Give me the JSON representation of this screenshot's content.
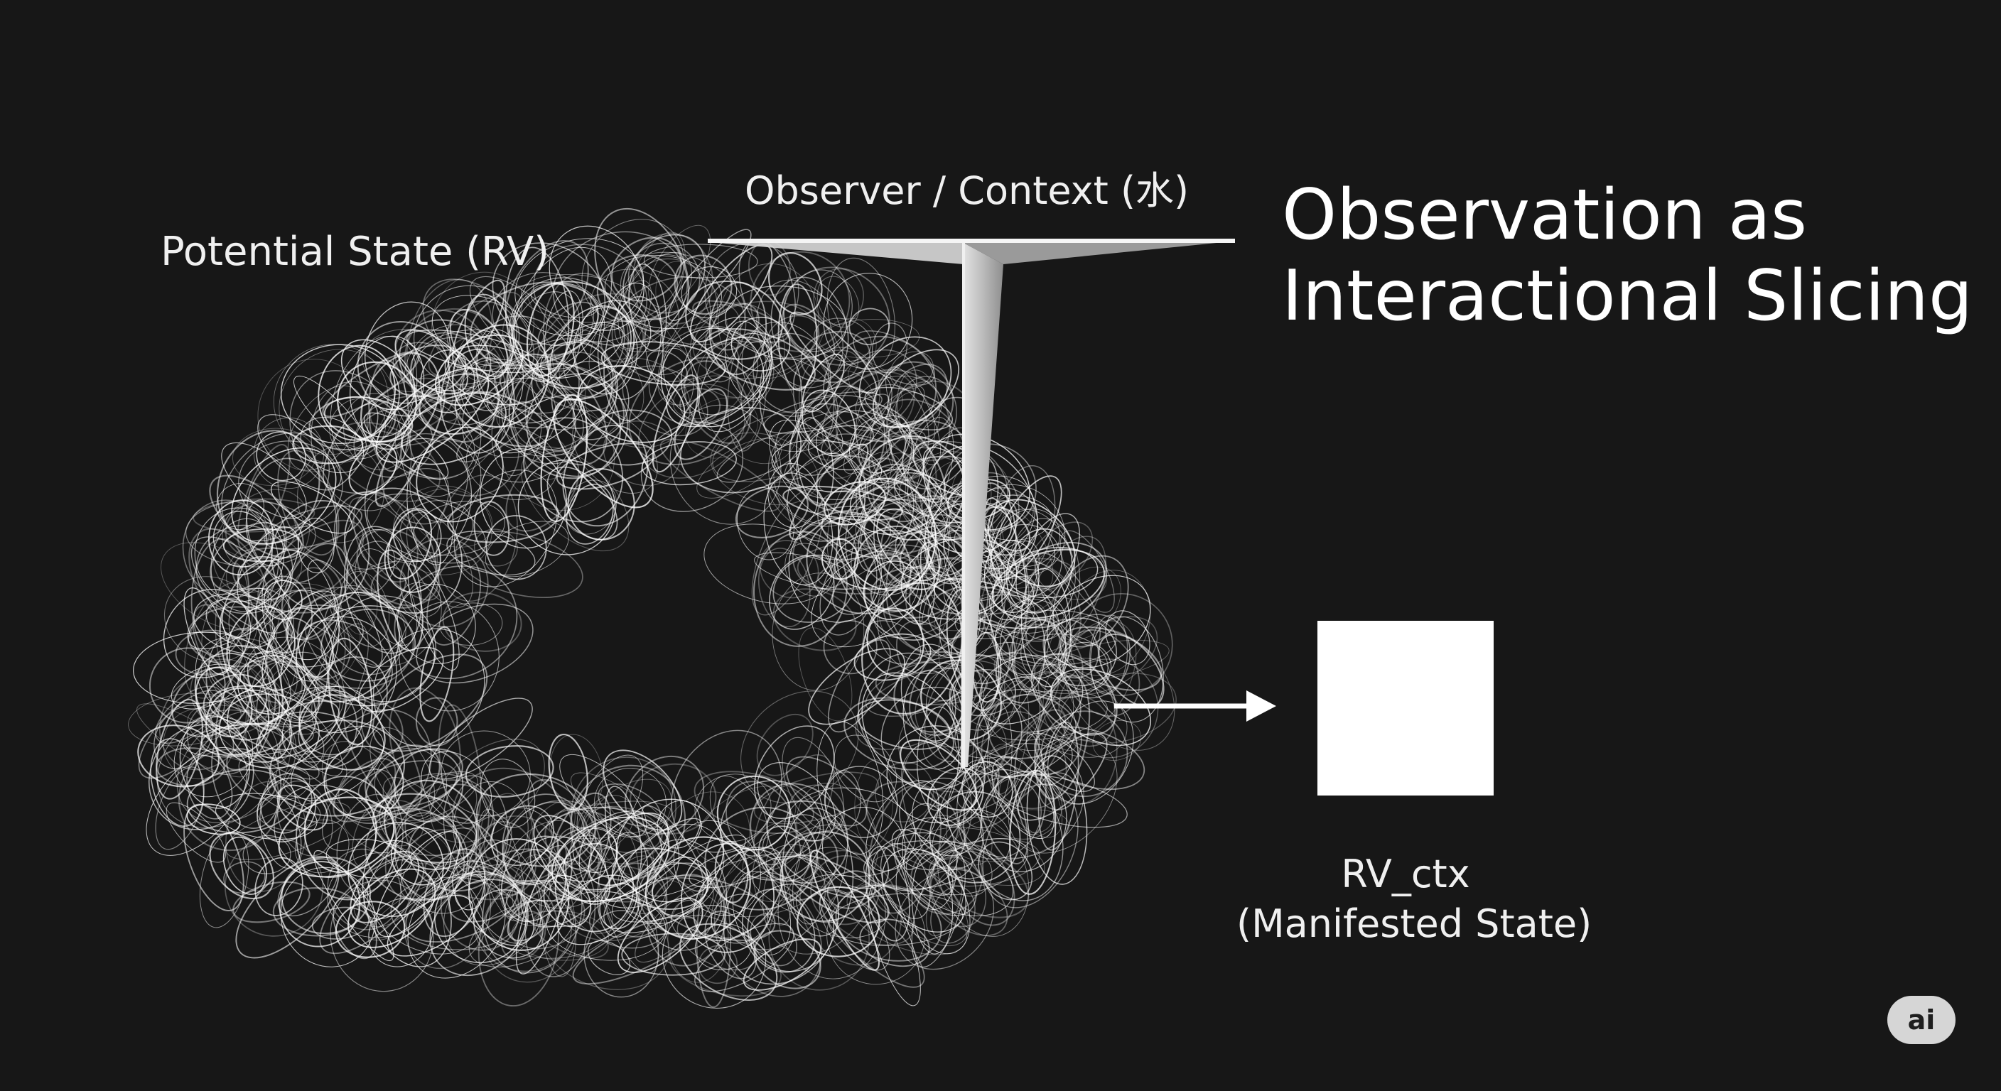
{
  "diagram": {
    "title_line1": "Observation as",
    "title_line2": "Interactional Slicing",
    "potential_state_label": "Potential State (RV)",
    "observer_label": "Observer / Context (水)",
    "manifested_label_line1": "RV_ctx",
    "manifested_label_line2": "(Manifested State)",
    "badge": "ai"
  },
  "colors": {
    "background": "#171717",
    "foreground": "#ffffff",
    "badge_background": "#d6d6d6"
  }
}
